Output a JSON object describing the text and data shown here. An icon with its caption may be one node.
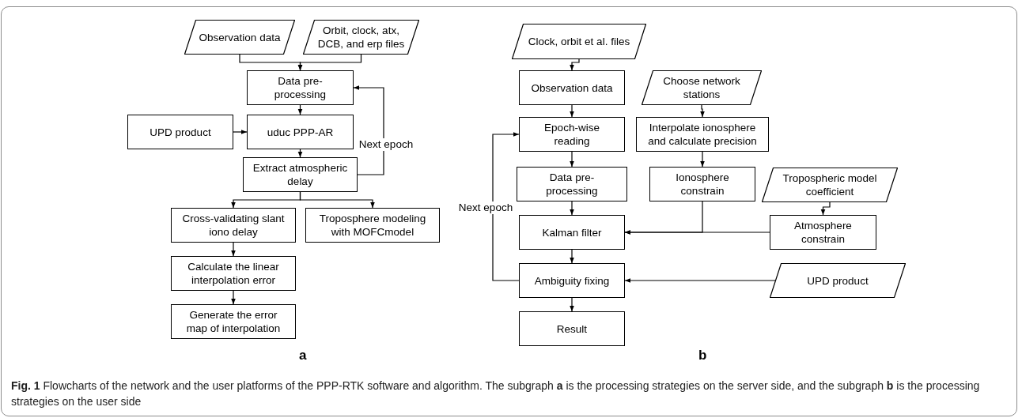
{
  "diagram": {
    "caption": "**Fig. 1** Flowcharts of the network and the user platforms of the PPP-RTK software and algorithm. The subgraph **a** is the processing strategies on the server side, and the subgraph **b** is the processing strategies on the user side",
    "nodes": [
      {
        "text": [
          "Observation data"
        ]
      },
      {
        "text": [
          "Orbit, clock, atx, DCB, and erp files"
        ]
      },
      {
        "text": [
          "Data pre-processing"
        ]
      },
      {
        "text": [
          "UPD product"
        ]
      },
      {
        "text": [
          "uduc PPP-AR"
        ]
      },
      {
        "text": [
          "Extract atmospheric delay"
        ]
      },
      {
        "text": [
          "Cross-validating slant iono delay"
        ]
      },
      {
        "text": [
          "Troposphere modeling with MOFCmodel"
        ]
      },
      {
        "text": [
          "Calculate the linear interpolation error"
        ]
      },
      {
        "text": [
          "Generate the error map of interpolation"
        ]
      },
      {
        "text": [
          "Clock, orbit et al. files"
        ]
      },
      {
        "text": [
          "Observation data"
        ]
      },
      {
        "text": [
          "Epoch-wise reading"
        ]
      },
      {
        "text": [
          "Data pre-processing"
        ]
      },
      {
        "text": [
          "Kalman filter"
        ]
      },
      {
        "text": [
          "Ambiguity fixing"
        ]
      },
      {
        "text": [
          "Result"
        ]
      },
      {
        "text": [
          "Choose network stations"
        ]
      },
      {
        "text": [
          "Interpolate ionosphere and calculate precision"
        ]
      },
      {
        "text": [
          "Ionosphere constrain"
        ]
      },
      {
        "text": [
          "Tropospheric model coefficient"
        ]
      },
      {
        "text": [
          "Atmosphere constrain"
        ]
      },
      {
        "text": [
          "UPD product"
        ]
      }
    ],
    "edges": [
      {
        "from": 0,
        "to": 2,
        "arrow": "to"
      },
      {
        "from": 1,
        "to": 2,
        "arrow": "to"
      },
      {
        "from": 2,
        "to": 4,
        "arrow": "to"
      },
      {
        "from": 3,
        "to": 4,
        "arrow": "to"
      },
      {
        "from": 4,
        "to": 5,
        "arrow": "to"
      },
      {
        "from": 5,
        "to": 2,
        "arrow": "to",
        "label": "Next epoch"
      },
      {
        "from": 5,
        "to": 6,
        "arrow": "to"
      },
      {
        "from": 5,
        "to": 7,
        "arrow": "to"
      },
      {
        "from": 6,
        "to": 8,
        "arrow": "to"
      },
      {
        "from": 8,
        "to": 9,
        "arrow": "to"
      },
      {
        "from": 10,
        "to": 11,
        "arrow": "to"
      },
      {
        "from": 11,
        "to": 12,
        "arrow": "to"
      },
      {
        "from": 12,
        "to": 13,
        "arrow": "to"
      },
      {
        "from": 13,
        "to": 14,
        "arrow": "to"
      },
      {
        "from": 14,
        "to": 15,
        "arrow": "to"
      },
      {
        "from": 15,
        "to": 16,
        "arrow": "to"
      },
      {
        "from": 15,
        "to": 12,
        "arrow": "to",
        "label": "Next epoch"
      },
      {
        "from": 17,
        "to": 18,
        "arrow": "to"
      },
      {
        "from": 18,
        "to": 19,
        "arrow": "to"
      },
      {
        "from": 19,
        "to": 14,
        "arrow": "to"
      },
      {
        "from": 21,
        "to": 14,
        "arrow": "to"
      },
      {
        "from": 20,
        "to": 21,
        "arrow": "to"
      },
      {
        "from": 22,
        "to": 15,
        "arrow": "to"
      }
    ],
    "labels": [
      "a",
      "b"
    ]
  }
}
